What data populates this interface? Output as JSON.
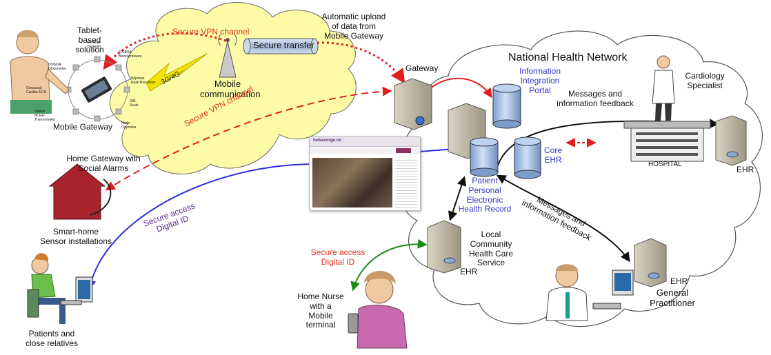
{
  "labels": {
    "tablet_solution": "Tablet-based\nsolution",
    "mobile_gateway": "Mobile Gateway",
    "vpn_channel_top": "Secure VPN channel",
    "secure_transfer": "Secure transfer",
    "mobile_communication": "Mobile\ncommunication",
    "network_3g4g": "3G/4G",
    "automatic_upload": "Automatic upload\nof data from\nMobile Gateway",
    "gateway": "Gateway",
    "national_health_network": "National Health Network",
    "information_integration_portal": "Information\nIntegration\nPortal",
    "messages_feedback_top": "Messages and\ninformation feedback",
    "cardiology_specialist": "Cardiology\nSpecialist",
    "hospital": "HOSPITAL",
    "ehr_hospital": "EHR",
    "core_ehr": "Core\nEHR",
    "patient_record": "Patient\nPersonal\nElectronic\nHealth Record",
    "vpn_channel_middle": "Secure VPN channel",
    "home_gateway": "Home Gateway with\nSocial Alarms",
    "smart_home": "Smart-home\nSensor installations",
    "secure_access_left": "Secure access\nDigital ID",
    "patients_relatives": "Patients and\nclose relatives",
    "local_community": "Local\nCommunity\nHealth Care\nService",
    "ehr_local": "EHR",
    "messages_feedback_diagonal": "Messages and\ninformation feedback",
    "secure_access_nurse": "Secure access\nDigital ID",
    "home_nurse": "Home Nurse\nwith a\nMobile terminal",
    "ehr_gp": "EHR",
    "general_practitioner": "General\nPractitioner"
  },
  "sensor_ring_labels": [
    "OXIMJA\nOximeter",
    "OXIMJA\nBlood pressure",
    "Wijnman\nPeak flow meter",
    "IOB\nScale",
    "Nonin\nOxymeter",
    "Omron\nIR Ear-\nThermometer",
    "Corpuscul\nCardiac ECG",
    "OXIMJA\nGlucometer"
  ],
  "website": {
    "logo": "helsenorge.no"
  },
  "colors": {
    "yellow_cloud_fill": "#fdfba6",
    "cloud_stroke": "#555555",
    "red_link": "#e02020",
    "blue_link": "#2a2ae0",
    "green_link": "#1c8a1c",
    "black_link": "#111111",
    "portal_blue": "#3535c8"
  }
}
